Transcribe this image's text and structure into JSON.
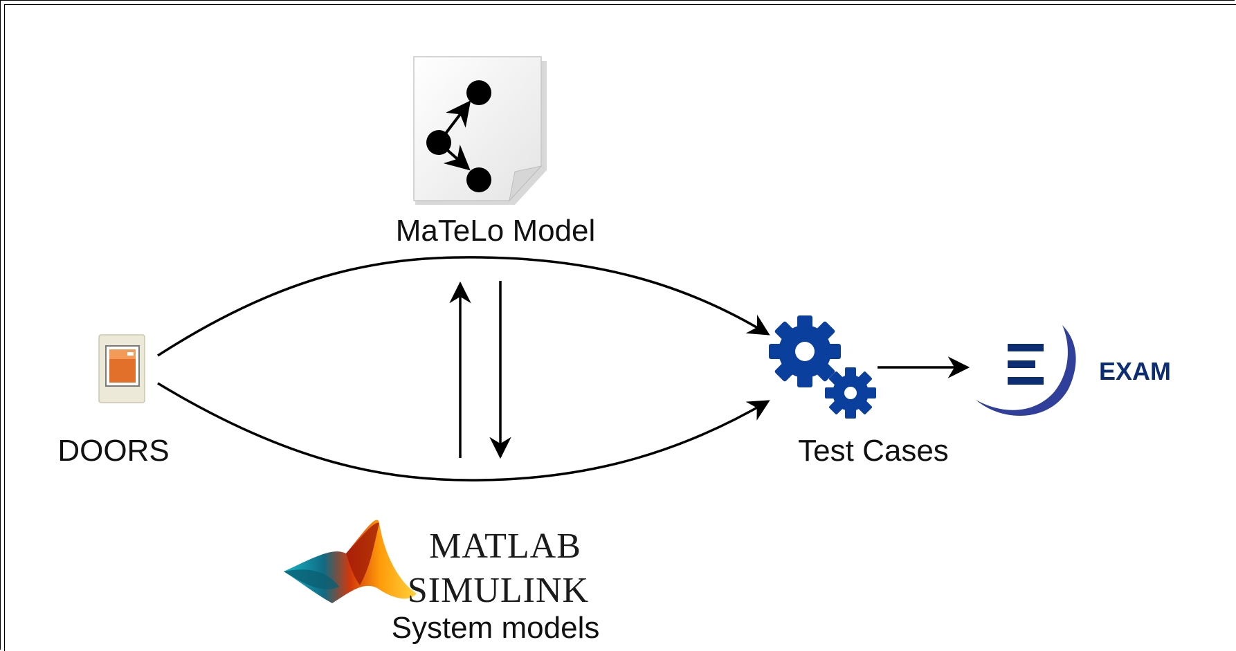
{
  "nodes": {
    "matelo": {
      "label": "MaTeLo Model",
      "icon": "matelo-model-icon"
    },
    "doors": {
      "label": "DOORS",
      "icon": "doors-icon"
    },
    "test_cases": {
      "label": "Test Cases",
      "icon": "gears-icon"
    },
    "exam": {
      "label": "EXAM",
      "icon": "exam-logo"
    },
    "system_models": {
      "label": "System models",
      "logo_line1": "MATLAB",
      "logo_line2": "SIMULINK",
      "icon": "matlab-membrane-logo"
    }
  },
  "colors": {
    "gear_blue": "#0a3f9e",
    "exam_navy": "#0d2d73",
    "arrow": "#000000"
  }
}
